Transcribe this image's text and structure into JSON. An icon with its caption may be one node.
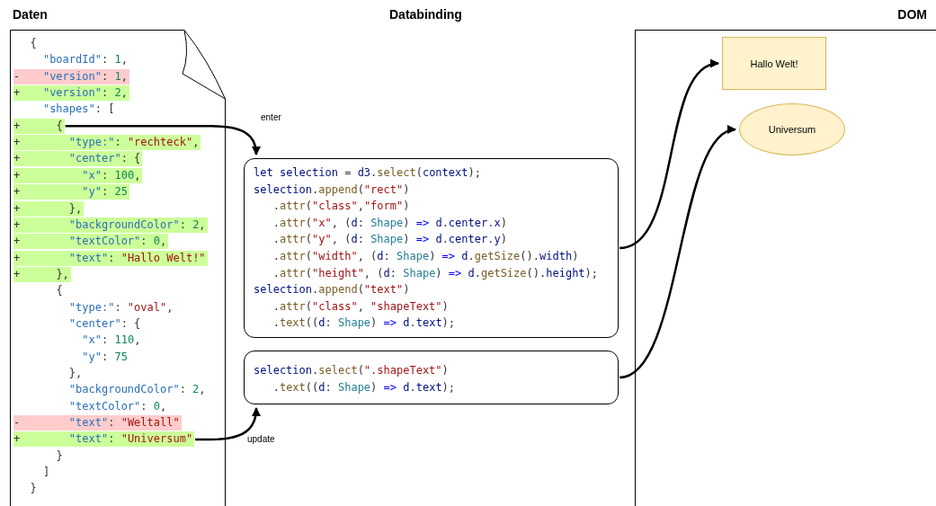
{
  "diagram": {
    "nodes": [
      {
        "text": [
          "Daten"
        ]
      },
      {
        "text": [
          "{"
        ],
        "in": 0
      },
      {
        "text": [
          "\"boardId\": 1,"
        ],
        "in": 0
      },
      {
        "text": [
          "-",
          "\"version\": 1,"
        ],
        "in": 0
      },
      {
        "text": [
          "+",
          "\"version\": 2,"
        ],
        "in": 0
      },
      {
        "text": [
          "\"shapes\": ["
        ],
        "in": 0
      },
      {
        "text": [
          "+",
          "{"
        ],
        "in": 0
      },
      {
        "text": [
          "+",
          "\"type:\": \"rechteck\","
        ],
        "in": 0
      },
      {
        "text": [
          "+",
          "\"center\": {"
        ],
        "in": 0
      },
      {
        "text": [
          "+",
          "\"x\": 100,"
        ],
        "in": 0
      },
      {
        "text": [
          "+",
          "\"y\": 25"
        ],
        "in": 0
      },
      {
        "text": [
          "+",
          "},"
        ],
        "in": 0
      },
      {
        "text": [
          "+",
          "\"backgroundColor\": 2,"
        ],
        "in": 0
      },
      {
        "text": [
          "+",
          "\"textColor\": 0,"
        ],
        "in": 0
      },
      {
        "text": [
          "+",
          "\"text\": \"Hallo Welt!\""
        ],
        "in": 0
      },
      {
        "text": [
          "+",
          "},"
        ],
        "in": 0
      },
      {
        "text": [
          "{"
        ],
        "in": 0
      },
      {
        "text": [
          "\"type:\": \"oval\","
        ],
        "in": 0
      },
      {
        "text": [
          "\"center\": {"
        ],
        "in": 0
      },
      {
        "text": [
          "\"x\": 110,"
        ],
        "in": 0
      },
      {
        "text": [
          "\"y\": 75"
        ],
        "in": 0
      },
      {
        "text": [
          "},"
        ],
        "in": 0
      },
      {
        "text": [
          "\"backgroundColor\": 2,"
        ],
        "in": 0
      },
      {
        "text": [
          "\"textColor\": 0,"
        ],
        "in": 0
      },
      {
        "text": [
          "-",
          "\"text\": \"Weltall\""
        ],
        "in": 0
      },
      {
        "text": [
          "+",
          "\"text\": \"Universum\""
        ],
        "in": 0
      },
      {
        "text": [
          "}"
        ],
        "in": 0
      },
      {
        "text": [
          "]"
        ],
        "in": 0
      },
      {
        "text": [
          "}"
        ],
        "in": 0
      },
      {
        "text": [
          "let selection = d3.select(context);",
          "selection.append(\"rect\")",
          ".attr(\"class\",\"form\")",
          ".attr(\"x\", (d: Shape) => d.center.x)",
          ".attr(\"y\", (d: Shape) => d.center.y)",
          ".attr(\"width\", (d: Shape) => d.getSize().width)",
          ".attr(\"height\", (d: Shape) => d.getSize().height);",
          "selection.append(\"text\")",
          ".attr(\"class\", \"shapeText\")",
          ".text((d: Shape) => d.text);"
        ]
      },
      {
        "text": [
          "selection.select(\".shapeText\")",
          ".text((d: Shape) => d.text);"
        ]
      },
      {
        "text": [
          "DOM"
        ]
      },
      {
        "text": [
          "Hallo Welt!"
        ],
        "in": 31
      },
      {
        "text": [
          "Universum"
        ],
        "in": 31
      }
    ],
    "edges": [
      {
        "from": 6,
        "to": 29,
        "arrow": "to",
        "label": "enter"
      },
      {
        "from": 25,
        "to": 30,
        "arrow": "to",
        "label": "update"
      },
      {
        "from": 29,
        "to": 32,
        "arrow": "to"
      },
      {
        "from": 30,
        "to": 33,
        "arrow": "to"
      }
    ],
    "labels": [
      "Databinding"
    ]
  }
}
